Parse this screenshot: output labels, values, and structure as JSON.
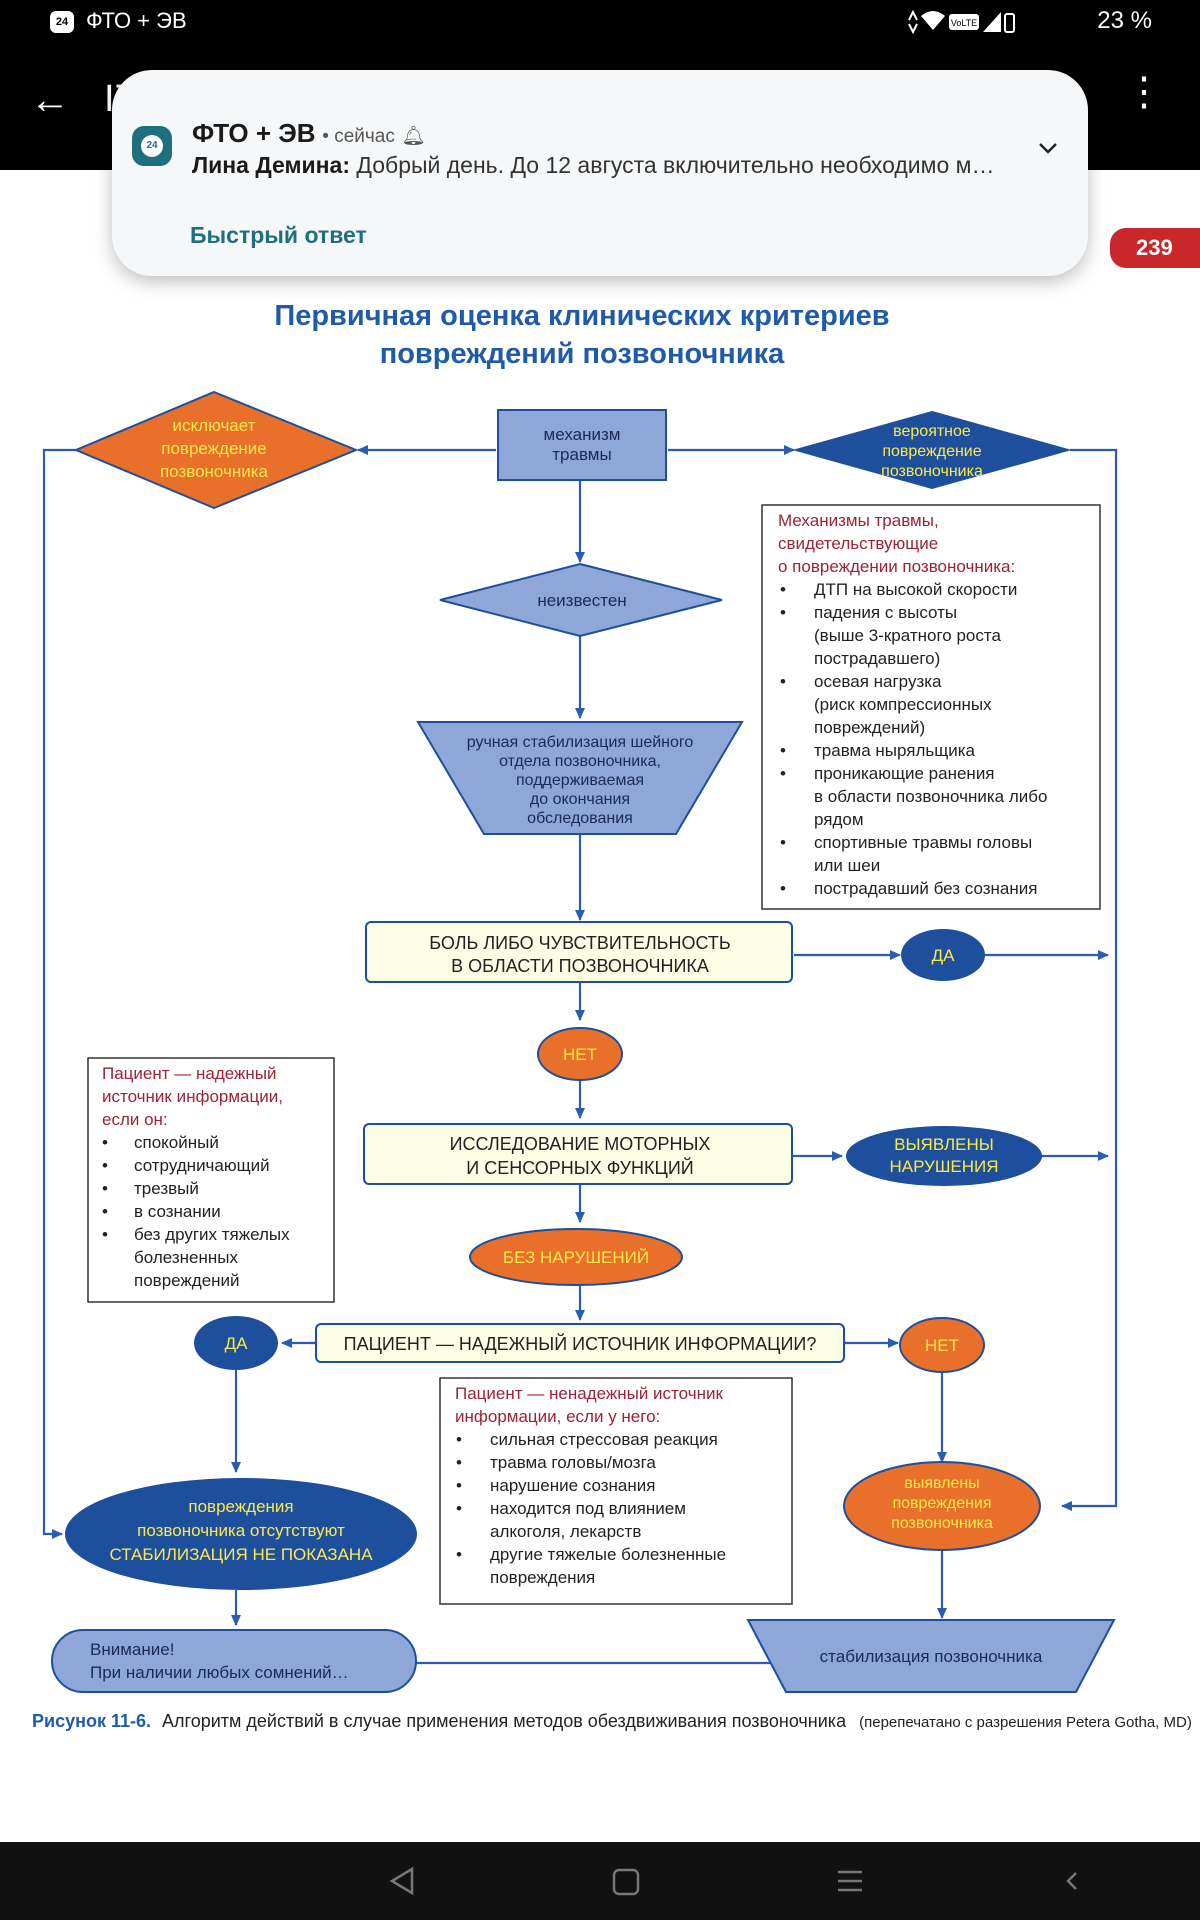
{
  "status_bar": {
    "app_icon_text": "24",
    "app_name": "ФТО + ЭВ",
    "network": "VoLTE",
    "battery": "23 %"
  },
  "app_bar": {
    "title_fragment": "I7",
    "menu_icon": "more-vert-icon"
  },
  "notification": {
    "app_name": "ФТО + ЭВ",
    "time": "сейчас",
    "sender": "Лина Демина:",
    "message": "Добрый день. До 12 августа включительно  необходимо м…",
    "quick_reply": "Быстрый ответ"
  },
  "page_number": "239",
  "document": {
    "title_line1": "Первичная оценка клинических критериев",
    "title_line2": "повреждений позвоночника",
    "mechanism": [
      "механизм",
      "травмы"
    ],
    "excludes": [
      "исключает",
      "повреждение",
      "позвоночника"
    ],
    "probable": [
      "вероятное",
      "повреждение",
      "позвоночника"
    ],
    "unknown": "неизвестен",
    "manual": [
      "ручная стабилизация шейного",
      "отдела позвоночника,",
      "поддерживаемая",
      "до окончания",
      "обследования"
    ],
    "mech_box": {
      "title": [
        "Механизмы травмы,",
        "свидетельствующие",
        "о повреждении позвоночника:"
      ],
      "items": [
        [
          "ДТП на высокой скорости"
        ],
        [
          "падения с высоты",
          "(выше 3-кратного роста",
          "пострадавшего)"
        ],
        [
          "осевая нагрузка",
          "(риск компрессионных",
          "повреждений)"
        ],
        [
          "травма ныряльщика"
        ],
        [
          "проникающие ранения",
          "в области позвоночника либо",
          "рядом"
        ],
        [
          "спортивные травмы головы",
          "или шеи"
        ],
        [
          "пострадавший без сознания"
        ]
      ]
    },
    "pain": [
      "БОЛЬ ЛИБО ЧУВСТВИТЕЛЬНОСТЬ",
      "В ОБЛАСТИ ПОЗВОНОЧНИКА"
    ],
    "yes": "ДА",
    "no": "НЕТ",
    "motor": [
      "ИССЛЕДОВАНИЕ МОТОРНЫХ",
      "И СЕНСОРНЫХ ФУНКЦИЙ"
    ],
    "found_disorders": [
      "ВЫЯВЛЕНЫ",
      "НАРУШЕНИЯ"
    ],
    "no_disorders": "БЕЗ НАРУШЕНИЙ",
    "reliable_box": {
      "title": [
        "Пациент — надежный",
        "источник информации,",
        "если он:"
      ],
      "items": [
        [
          "спокойный"
        ],
        [
          "сотрудничающий"
        ],
        [
          "трезвый"
        ],
        [
          "в сознании"
        ],
        [
          "без других тяжелых",
          "болезненных",
          "повреждений"
        ]
      ]
    },
    "reliable_q": "ПАЦИЕНТ — НАДЕЖНЫЙ ИСТОЧНИК ИНФОРМАЦИИ?",
    "unreliable_box": {
      "title": [
        "Пациент — ненадежный источник",
        "информации, если у него:"
      ],
      "items": [
        [
          "сильная стрессовая реакция"
        ],
        [
          "травма головы/мозга"
        ],
        [
          "нарушение сознания"
        ],
        [
          "находится под влиянием",
          "алкоголя, лекарств"
        ],
        [
          "другие тяжелые болезненные",
          "повреждения"
        ]
      ]
    },
    "absent": [
      "повреждения",
      "позвоночника отсутствуют",
      "СТАБИЛИЗАЦИЯ НЕ ПОКАЗАНА"
    ],
    "detected": [
      "выявлены",
      "повреждения",
      "позвоночника"
    ],
    "attention": [
      "Внимание!",
      "При наличии любых сомнений…"
    ],
    "stabilize": "стабилизация позвоночника",
    "caption_bold": "Рисунок 11-6.",
    "caption_text": "Алгоритм действий в случае применения методов обездвиживания позвоночника",
    "caption_small": "(перепечатано с разрешения Petera Gotha, MD)"
  },
  "colors": {
    "orange": "#e8702a",
    "blue_dark": "#1d4f9c",
    "blue_light": "#8ea6d8",
    "cream": "#fdfde6",
    "title_blue": "#1f5ba8",
    "maroon": "#9b2335",
    "notif_accent": "#1f6f7e",
    "badge_red": "#c8282c"
  },
  "nav": [
    "back-icon",
    "home-icon",
    "recents-icon",
    "collapse-icon"
  ]
}
